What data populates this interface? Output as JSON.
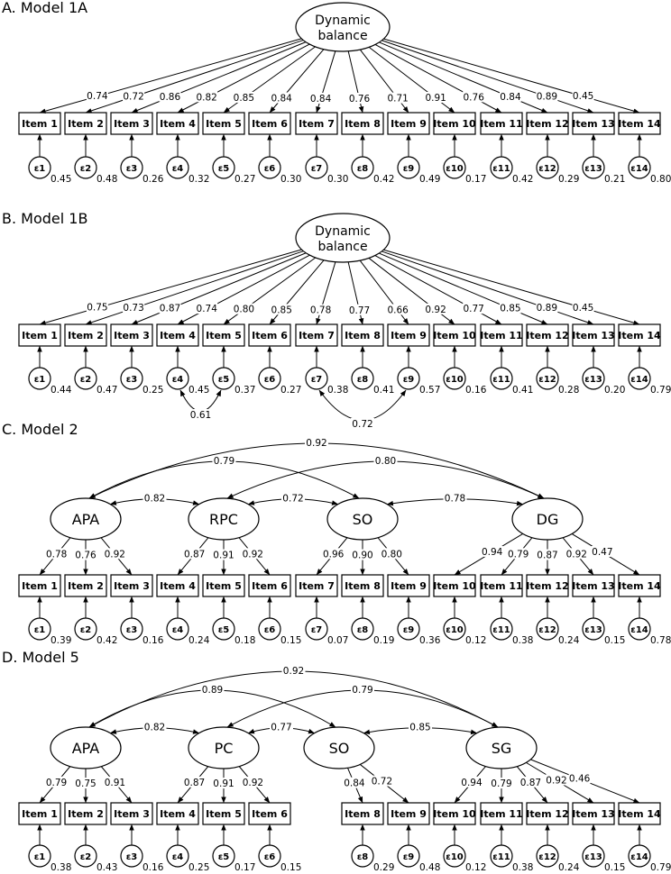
{
  "panels": [
    {
      "id": "a",
      "title": "A. Model 1A",
      "latents": [
        {
          "label": "Dynamic balance",
          "lines": [
            "Dynamic",
            "balance"
          ]
        }
      ],
      "items": [
        "Item 1",
        "Item 2",
        "Item 3",
        "Item 4",
        "Item 5",
        "Item 6",
        "Item 7",
        "Item 8",
        "Item 9",
        "Item 10",
        "Item 11",
        "Item 12",
        "Item 13",
        "Item 14"
      ],
      "errors": [
        "ε1",
        "ε2",
        "ε3",
        "ε4",
        "ε5",
        "ε6",
        "ε7",
        "ε8",
        "ε9",
        "ε10",
        "ε11",
        "ε12",
        "ε13",
        "ε14"
      ],
      "loadings": [
        {
          "latent": 0,
          "items": [
            0,
            1,
            2,
            3,
            4,
            5,
            6,
            7,
            8,
            9,
            10,
            11,
            12,
            13
          ],
          "values": [
            "0.74",
            "0.72",
            "0.86",
            "0.82",
            "0.85",
            "0.84",
            "0.84",
            "0.76",
            "0.71",
            "0.91",
            "0.76",
            "0.84",
            "0.89",
            "0.45"
          ]
        }
      ],
      "error_variances": [
        "0.45",
        "0.48",
        "0.26",
        "0.32",
        "0.27",
        "0.30",
        "0.30",
        "0.42",
        "0.49",
        "0.17",
        "0.42",
        "0.29",
        "0.21",
        "0.80"
      ],
      "error_covariances": [],
      "factor_correlations": []
    },
    {
      "id": "b",
      "title": "B. Model 1B",
      "latents": [
        {
          "label": "Dynamic balance",
          "lines": [
            "Dynamic",
            "balance"
          ]
        }
      ],
      "items": [
        "Item 1",
        "Item 2",
        "Item 3",
        "Item 4",
        "Item 5",
        "Item 6",
        "Item 7",
        "Item 8",
        "Item 9",
        "Item 10",
        "Item 11",
        "Item 12",
        "Item 13",
        "Item 14"
      ],
      "errors": [
        "ε1",
        "ε2",
        "ε3",
        "ε4",
        "ε5",
        "ε6",
        "ε7",
        "ε8",
        "ε9",
        "ε10",
        "ε11",
        "ε12",
        "ε13",
        "ε14"
      ],
      "loadings": [
        {
          "latent": 0,
          "items": [
            0,
            1,
            2,
            3,
            4,
            5,
            6,
            7,
            8,
            9,
            10,
            11,
            12,
            13
          ],
          "values": [
            "0.75",
            "0.73",
            "0.87",
            "0.74",
            "0.80",
            "0.85",
            "0.78",
            "0.77",
            "0.66",
            "0.92",
            "0.77",
            "0.85",
            "0.89",
            "0.45"
          ]
        }
      ],
      "error_variances": [
        "0.44",
        "0.47",
        "0.25",
        "0.45",
        "0.37",
        "0.27",
        "0.38",
        "0.41",
        "0.57",
        "0.16",
        "0.41",
        "0.28",
        "0.20",
        "0.79"
      ],
      "error_covariances": [
        {
          "from": 3,
          "to": 4,
          "value": "0.61"
        },
        {
          "from": 6,
          "to": 8,
          "value": "0.72"
        }
      ],
      "factor_correlations": []
    },
    {
      "id": "c",
      "title": "C. Model 2",
      "latents": [
        {
          "label": "APA"
        },
        {
          "label": "RPC"
        },
        {
          "label": "SO"
        },
        {
          "label": "DG"
        }
      ],
      "items": [
        "Item 1",
        "Item 2",
        "Item 3",
        "Item 4",
        "Item 5",
        "Item 6",
        "Item 7",
        "Item 8",
        "Item 9",
        "Item 10",
        "Item 11",
        "Item 12",
        "Item 13",
        "Item 14"
      ],
      "errors": [
        "ε1",
        "ε2",
        "ε3",
        "ε4",
        "ε5",
        "ε6",
        "ε7",
        "ε8",
        "ε9",
        "ε10",
        "ε11",
        "ε12",
        "ε13",
        "ε14"
      ],
      "loadings": [
        {
          "latent": 0,
          "items": [
            0,
            1,
            2
          ],
          "values": [
            "0.78",
            "0.76",
            "0.92"
          ]
        },
        {
          "latent": 1,
          "items": [
            3,
            4,
            5
          ],
          "values": [
            "0.87",
            "0.91",
            "0.92"
          ]
        },
        {
          "latent": 2,
          "items": [
            6,
            7,
            8
          ],
          "values": [
            "0.96",
            "0.90",
            "0.80"
          ]
        },
        {
          "latent": 3,
          "items": [
            9,
            10,
            11,
            12,
            13
          ],
          "values": [
            "0.94",
            "0.79",
            "0.87",
            "0.92",
            "0.47"
          ]
        }
      ],
      "error_variances": [
        "0.39",
        "0.42",
        "0.16",
        "0.24",
        "0.18",
        "0.15",
        "0.07",
        "0.19",
        "0.36",
        "0.12",
        "0.38",
        "0.24",
        "0.15",
        "0.78"
      ],
      "error_covariances": [],
      "factor_correlations": [
        {
          "from": 0,
          "to": 1,
          "value": "0.82"
        },
        {
          "from": 1,
          "to": 2,
          "value": "0.72"
        },
        {
          "from": 2,
          "to": 3,
          "value": "0.78"
        },
        {
          "from": 0,
          "to": 2,
          "value": "0.79"
        },
        {
          "from": 1,
          "to": 3,
          "value": "0.80"
        },
        {
          "from": 0,
          "to": 3,
          "value": "0.92"
        }
      ]
    },
    {
      "id": "d",
      "title": "D. Model 5",
      "latents": [
        {
          "label": "APA"
        },
        {
          "label": "PC"
        },
        {
          "label": "SO"
        },
        {
          "label": "SG"
        }
      ],
      "items": [
        "Item 1",
        "Item 2",
        "Item 3",
        "Item 4",
        "Item 5",
        "Item 6",
        "Item 8",
        "Item 9",
        "Item 10",
        "Item 11",
        "Item 12",
        "Item 13",
        "Item 14"
      ],
      "errors": [
        "ε1",
        "ε2",
        "ε3",
        "ε4",
        "ε5",
        "ε6",
        "ε8",
        "ε9",
        "ε10",
        "ε11",
        "ε12",
        "ε13",
        "ε14"
      ],
      "loadings": [
        {
          "latent": 0,
          "items": [
            0,
            1,
            2
          ],
          "values": [
            "0.79",
            "0.75",
            "0.91"
          ]
        },
        {
          "latent": 1,
          "items": [
            3,
            4,
            5
          ],
          "values": [
            "0.87",
            "0.91",
            "0.92"
          ]
        },
        {
          "latent": 2,
          "items": [
            6,
            7
          ],
          "values": [
            "0.84",
            "0.72"
          ]
        },
        {
          "latent": 3,
          "items": [
            8,
            9,
            10,
            11,
            12
          ],
          "values": [
            "0.94",
            "0.79",
            "0.87",
            "0.92",
            "0.46"
          ]
        }
      ],
      "error_variances": [
        "0.38",
        "0.43",
        "0.16",
        "0.25",
        "0.17",
        "0.15",
        "0.29",
        "0.48",
        "0.12",
        "0.38",
        "0.24",
        "0.15",
        "0.79"
      ],
      "error_covariances": [],
      "factor_correlations": [
        {
          "from": 0,
          "to": 1,
          "value": "0.82"
        },
        {
          "from": 1,
          "to": 2,
          "value": "0.77"
        },
        {
          "from": 2,
          "to": 3,
          "value": "0.85"
        },
        {
          "from": 0,
          "to": 2,
          "value": "0.89"
        },
        {
          "from": 1,
          "to": 3,
          "value": "0.79"
        },
        {
          "from": 0,
          "to": 3,
          "value": "0.92"
        }
      ]
    }
  ]
}
